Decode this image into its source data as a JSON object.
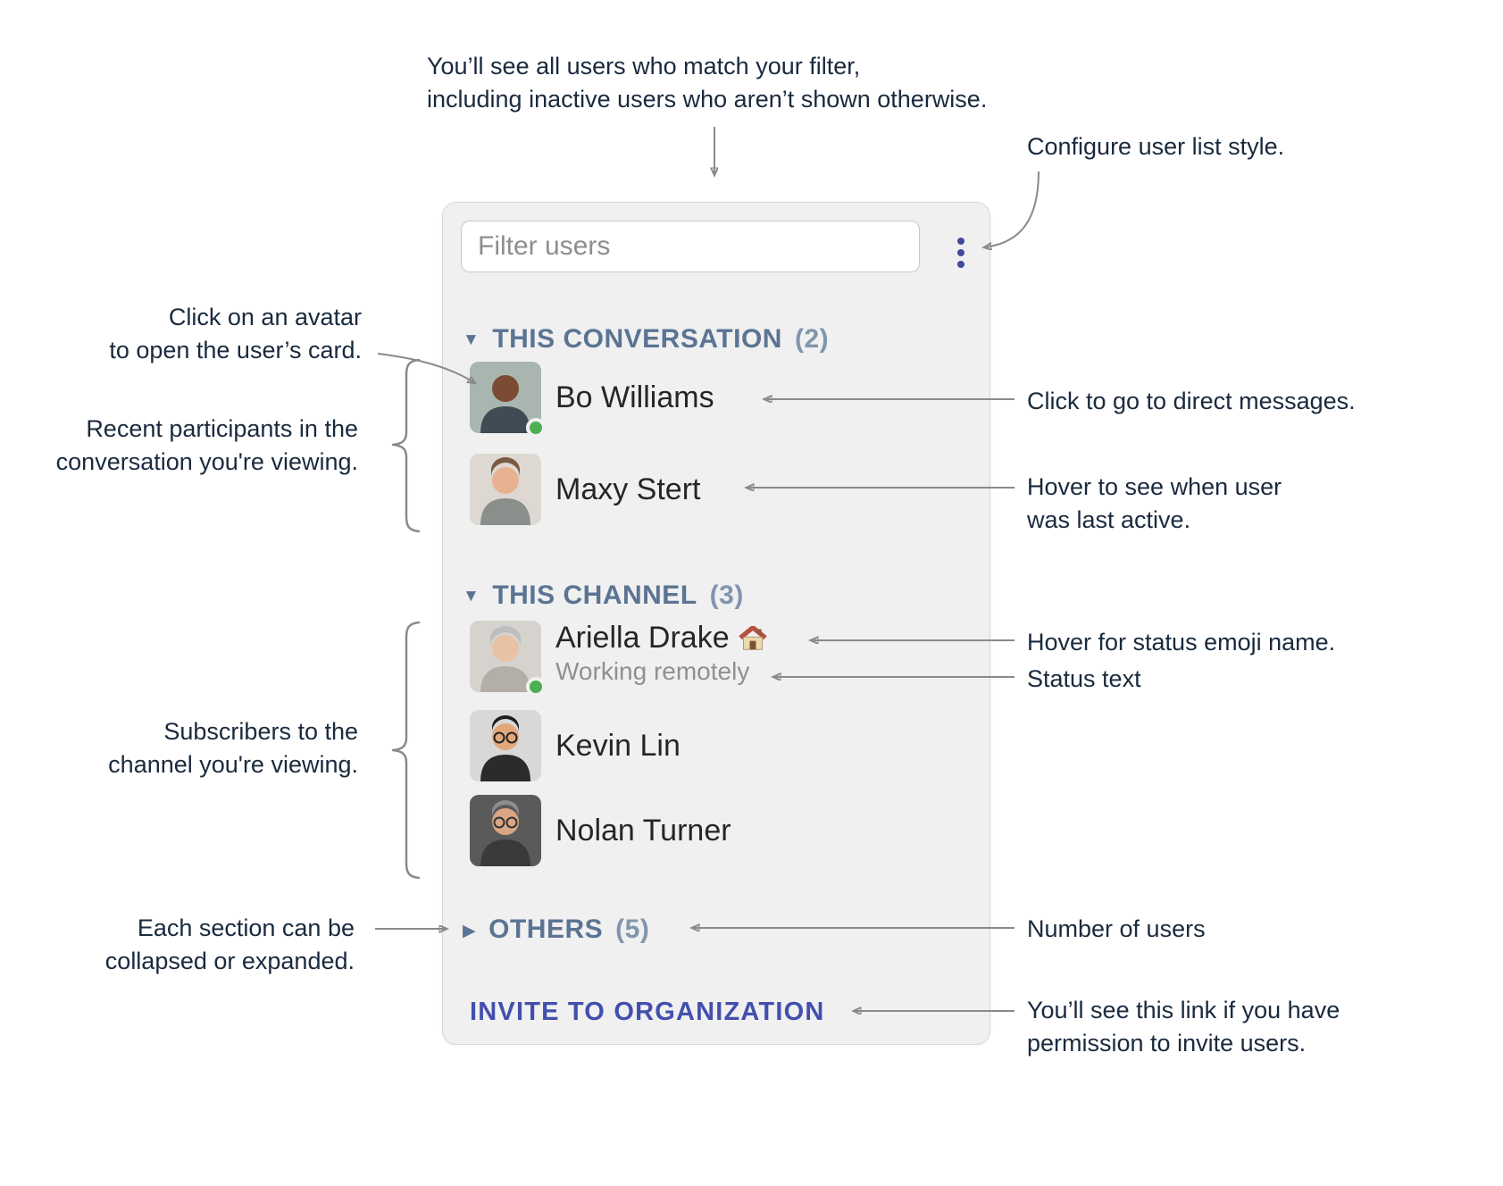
{
  "annotations": {
    "filter_note": {
      "line1": "You’ll see all users who match your filter,",
      "line2": "including inactive users who aren’t shown otherwise."
    },
    "configure_note": "Configure user list style.",
    "avatar_note": {
      "line1": "Click on an avatar",
      "line2": "to open the user’s card."
    },
    "participants_note": {
      "line1": "Recent participants in the",
      "line2": "conversation you're viewing."
    },
    "subscribers_note": {
      "line1": "Subscribers to the",
      "line2": "channel you're viewing."
    },
    "collapse_note": {
      "line1": "Each section can be",
      "line2": "collapsed or expanded."
    },
    "dm_note": "Click to go to direct messages.",
    "last_active_note": {
      "line1": "Hover to see when user",
      "line2": "was last active."
    },
    "status_emoji_note": "Hover for status emoji name.",
    "status_text_note": "Status text",
    "count_note": "Number of users",
    "invite_note": {
      "line1": "You’ll see this link if you have",
      "line2": "permission to invite users."
    }
  },
  "panel": {
    "filter_placeholder": "Filter users",
    "menu_icon": "kebab-vertical",
    "sections": [
      {
        "label": "THIS CONVERSATION",
        "count": "(2)",
        "marker": "▼",
        "collapsed": false,
        "users": [
          {
            "name": "Bo Williams",
            "presence": "active"
          },
          {
            "name": "Maxy Stert",
            "presence": "none"
          }
        ]
      },
      {
        "label": "THIS CHANNEL",
        "count": "(3)",
        "marker": "▼",
        "collapsed": false,
        "users": [
          {
            "name": "Ariella Drake",
            "presence": "active",
            "status_emoji": "🏠",
            "status_emoji_name": "house",
            "status_text": "Working remotely"
          },
          {
            "name": "Kevin Lin",
            "presence": "none"
          },
          {
            "name": "Nolan Turner",
            "presence": "none"
          }
        ]
      },
      {
        "label": "OTHERS",
        "count": "(5)",
        "marker": "▶",
        "collapsed": true,
        "users": []
      }
    ],
    "invite_link": "INVITE TO ORGANIZATION"
  },
  "colors": {
    "accent_link": "#434fae",
    "section_header": "#5b7493",
    "presence_active": "#4caf50",
    "annotation_text": "#1a2a3e",
    "connector_line": "#8a8a8a",
    "panel_background": "#f0f0f0"
  }
}
